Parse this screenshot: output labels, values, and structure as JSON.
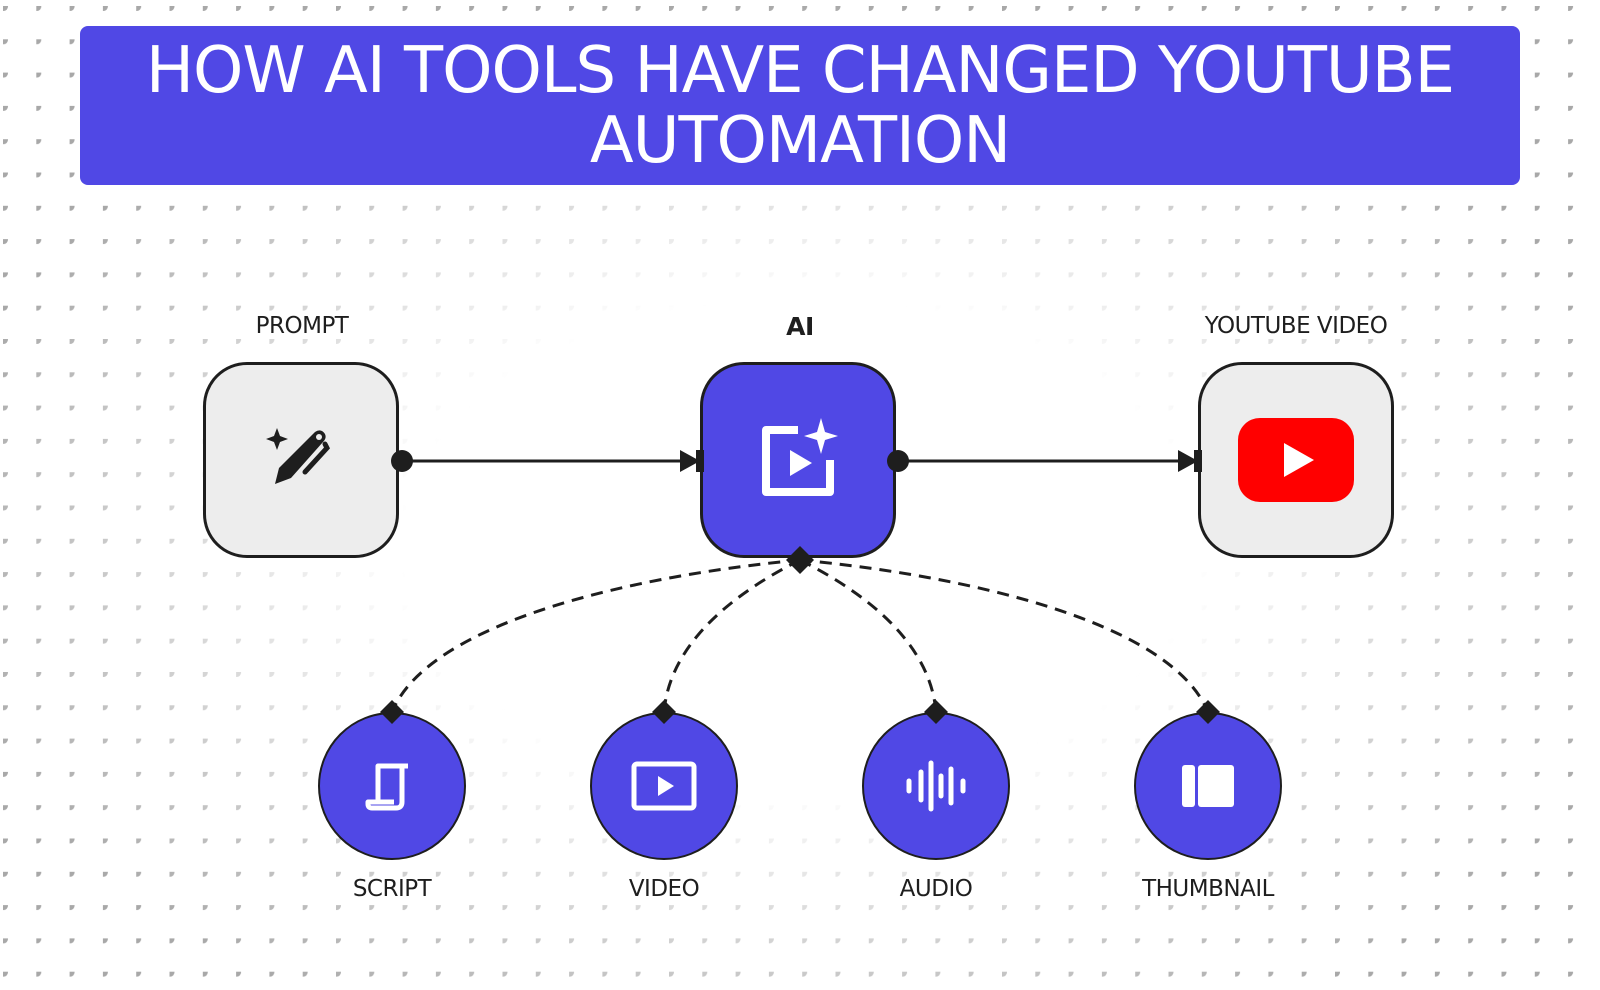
{
  "title": {
    "text": "HOW AI TOOLS HAVE CHANGED YOUTUBE AUTOMATION",
    "background_color": "#5048e5",
    "text_color": "#ffffff"
  },
  "flow": {
    "nodes": [
      {
        "id": "prompt",
        "label": "PROMPT",
        "icon": "pen-sparkle-icon",
        "fill": "#ededed"
      },
      {
        "id": "ai",
        "label": "AI",
        "icon": "ai-video-sparkle-icon",
        "fill": "#5048e5"
      },
      {
        "id": "youtube",
        "label": "YOUTUBE VIDEO",
        "icon": "youtube-logo-icon",
        "fill": "#ededed"
      }
    ],
    "edges": [
      {
        "from": "prompt",
        "to": "ai",
        "style": "solid-arrow"
      },
      {
        "from": "ai",
        "to": "youtube",
        "style": "solid-arrow"
      }
    ]
  },
  "outputs": {
    "items": [
      {
        "id": "script",
        "label": "SCRIPT",
        "icon": "script-scroll-icon"
      },
      {
        "id": "video",
        "label": "VIDEO",
        "icon": "video-play-icon"
      },
      {
        "id": "audio",
        "label": "AUDIO",
        "icon": "audio-waveform-icon"
      },
      {
        "id": "thumbnail",
        "label": "THUMBNAIL",
        "icon": "thumbnail-layout-icon"
      }
    ],
    "connector_style": "dashed",
    "source": "ai"
  },
  "colors": {
    "accent": "#5048e5",
    "node_light": "#ededed",
    "stroke": "#1e1e1e",
    "youtube_red": "#ff0000",
    "dot_grid": "#a8a8a8"
  }
}
